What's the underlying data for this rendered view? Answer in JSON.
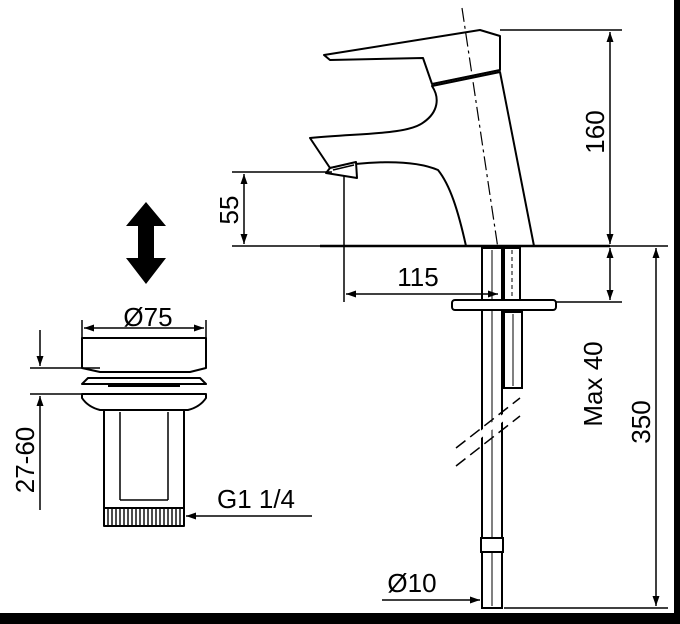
{
  "dimensions": {
    "spout_height": "55",
    "total_height": "160",
    "spout_reach": "115",
    "deck_thickness": "Max 40",
    "supply_length": "350",
    "waste_diameter": "Ø75",
    "waste_stroke": "27-60",
    "waste_thread": "G1 1/4",
    "supply_diameter": "Ø10"
  }
}
